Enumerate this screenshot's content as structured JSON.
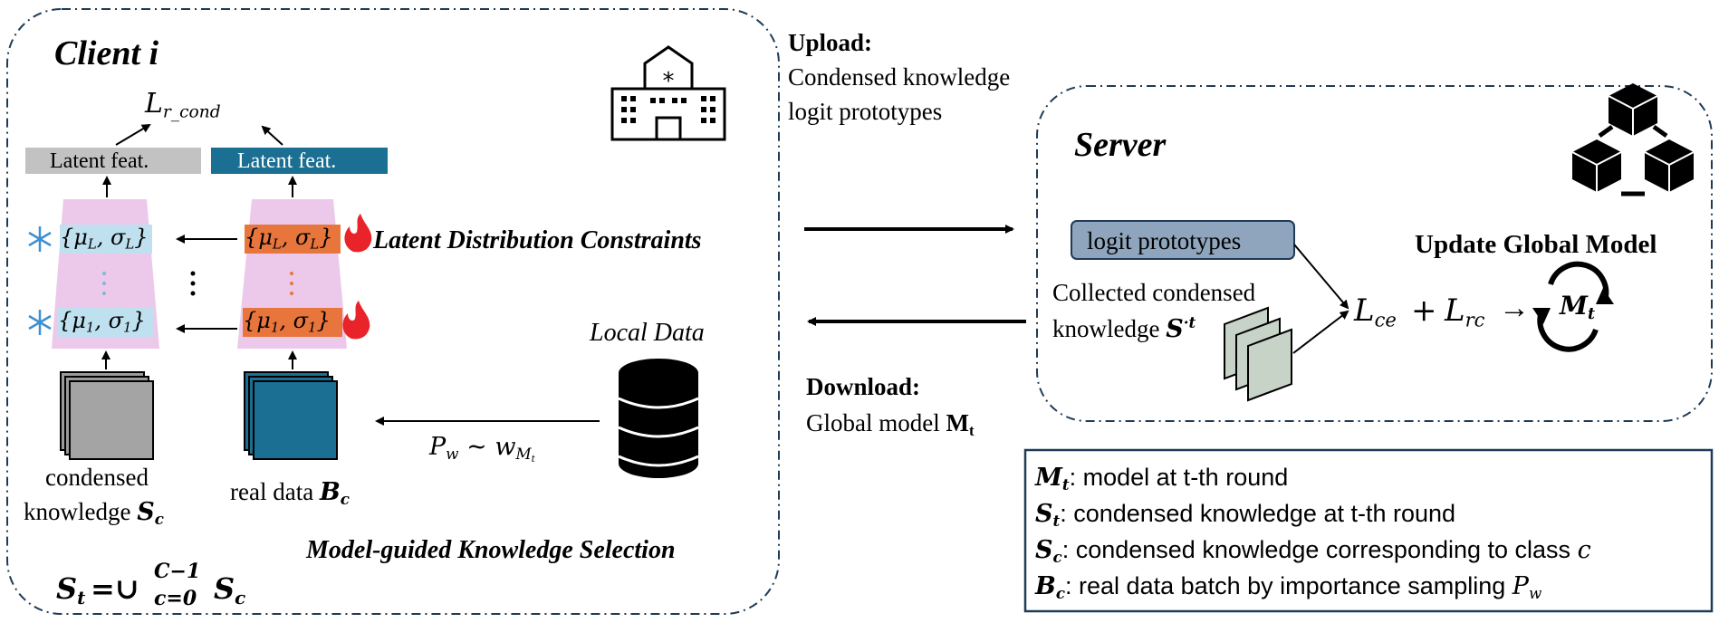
{
  "client": {
    "title": "Client i",
    "loss_r_cond": "L",
    "loss_r_cond_sub": "r_cond",
    "latent_feat_left": "Latent feat.",
    "latent_feat_right": "Latent feat.",
    "stat_L": "{μ",
    "stat_1": "{μ",
    "latent_constraints": "Latent Distribution Constraints",
    "local_data": "Local Data",
    "condensed_1": "condensed",
    "condensed_2": "knowledge",
    "condensed_sym": "S",
    "condensed_sub": "c",
    "real_data": "real data",
    "real_data_sym": "B",
    "real_data_sub": "c",
    "sampling_p": "P",
    "sampling_p_sub": "w",
    "sampling_tilde": "~",
    "sampling_w": "w",
    "sampling_w_sub": "M",
    "sampling_w_subsub": "t",
    "selection": "Model-guided Knowledge Selection",
    "union_lhs": "S",
    "union_lhs_sub": "t",
    "union_eq": "=∪",
    "union_top": "C−1",
    "union_bottom": "c=0",
    "union_rhs": "S",
    "union_rhs_sub": "c"
  },
  "upload": {
    "title": "Upload:",
    "line1": "Condensed knowledge",
    "line2": "logit prototypes"
  },
  "download": {
    "title": "Download:",
    "line1": "Global model",
    "sym": "M",
    "sym_sub": "t"
  },
  "server": {
    "title": "Server",
    "logit_box": "logit prototypes",
    "collected_1": "Collected condensed",
    "collected_2": "knowledge",
    "collected_sym": "S",
    "collected_sup": "·t",
    "loss_ce": "L",
    "loss_ce_sub": "ce",
    "plus": "+",
    "loss_rc": "L",
    "loss_rc_sub": "rc",
    "arrow": "→",
    "update": "Update Global Model",
    "model_sym": "M",
    "model_sub": "t"
  },
  "legend": [
    {
      "sym": "M",
      "sub": "t",
      "text": ": model at t-th round"
    },
    {
      "sym": "S",
      "sub": "t",
      "text": ":  condensed knowledge at t-th round"
    },
    {
      "sym": "S",
      "sub": "c",
      "text": ":  condensed knowledge corresponding to class ",
      "tail": "c"
    },
    {
      "sym": "B",
      "sub": "c",
      "text": ":  real data batch by importance sampling ",
      "tail": "P",
      "tail_sub": "w"
    }
  ],
  "colors": {
    "teal": "#1b6f92",
    "gray_box": "#c2c2c2",
    "pink": "#ecc9eb",
    "light_blue": "#bfe0ef",
    "orange": "#e8763c",
    "logit_box": "#8ea5bd",
    "border": "#1f3b57"
  }
}
